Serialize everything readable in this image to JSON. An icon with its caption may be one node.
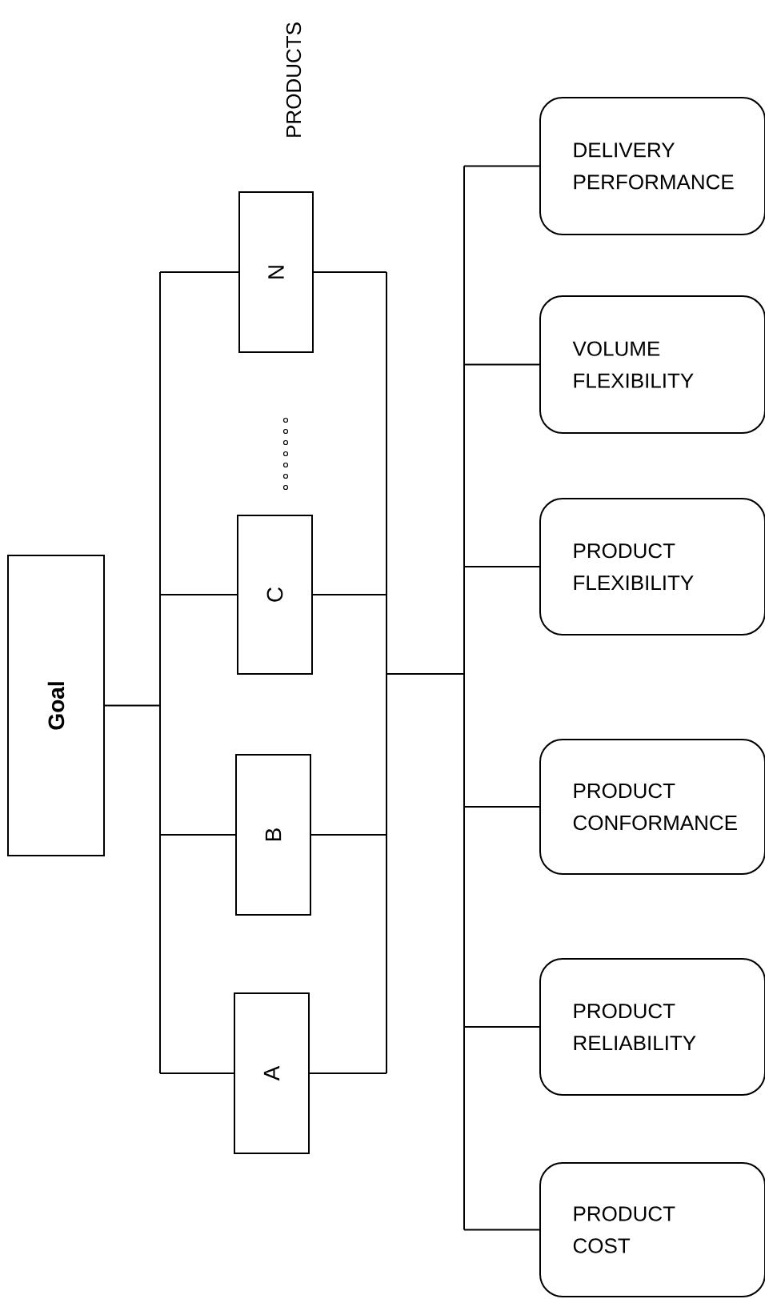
{
  "diagram": {
    "nodes": [
      {
        "text": [
          "Goal"
        ]
      },
      {
        "text": [
          "N"
        ]
      },
      {
        "text": [
          "C"
        ]
      },
      {
        "text": [
          "B"
        ]
      },
      {
        "text": [
          "A"
        ]
      },
      {
        "text": [
          "DELIVERY PERFORMANCE"
        ]
      },
      {
        "text": [
          "VOLUME FLEXIBILITY"
        ]
      },
      {
        "text": [
          "PRODUCT FLEXIBILITY"
        ]
      },
      {
        "text": [
          "PRODUCT CONFORMANCE"
        ]
      },
      {
        "text": [
          "PRODUCT RELIABILITY"
        ]
      },
      {
        "text": [
          "PRODUCT COST"
        ]
      }
    ],
    "edges": [
      {
        "from": 0,
        "to": 1,
        "arrow": "none"
      },
      {
        "from": 0,
        "to": 2,
        "arrow": "none"
      },
      {
        "from": 0,
        "to": 3,
        "arrow": "none"
      },
      {
        "from": 0,
        "to": 4,
        "arrow": "none"
      },
      {
        "from": 1,
        "to": 5,
        "arrow": "none"
      },
      {
        "from": 1,
        "to": 6,
        "arrow": "none"
      },
      {
        "from": 1,
        "to": 7,
        "arrow": "none"
      },
      {
        "from": 1,
        "to": 8,
        "arrow": "none"
      },
      {
        "from": 1,
        "to": 9,
        "arrow": "none"
      },
      {
        "from": 1,
        "to": 10,
        "arrow": "none"
      },
      {
        "from": 2,
        "to": 5,
        "arrow": "none"
      },
      {
        "from": 2,
        "to": 6,
        "arrow": "none"
      },
      {
        "from": 2,
        "to": 7,
        "arrow": "none"
      },
      {
        "from": 2,
        "to": 8,
        "arrow": "none"
      },
      {
        "from": 2,
        "to": 9,
        "arrow": "none"
      },
      {
        "from": 2,
        "to": 10,
        "arrow": "none"
      },
      {
        "from": 3,
        "to": 5,
        "arrow": "none"
      },
      {
        "from": 3,
        "to": 6,
        "arrow": "none"
      },
      {
        "from": 3,
        "to": 7,
        "arrow": "none"
      },
      {
        "from": 3,
        "to": 8,
        "arrow": "none"
      },
      {
        "from": 3,
        "to": 9,
        "arrow": "none"
      },
      {
        "from": 3,
        "to": 10,
        "arrow": "none"
      },
      {
        "from": 4,
        "to": 5,
        "arrow": "none"
      },
      {
        "from": 4,
        "to": 6,
        "arrow": "none"
      },
      {
        "from": 4,
        "to": 7,
        "arrow": "none"
      },
      {
        "from": 4,
        "to": 8,
        "arrow": "none"
      },
      {
        "from": 4,
        "to": 9,
        "arrow": "none"
      },
      {
        "from": 4,
        "to": 10,
        "arrow": "none"
      }
    ],
    "labels": [
      "PRODUCTS"
    ]
  }
}
